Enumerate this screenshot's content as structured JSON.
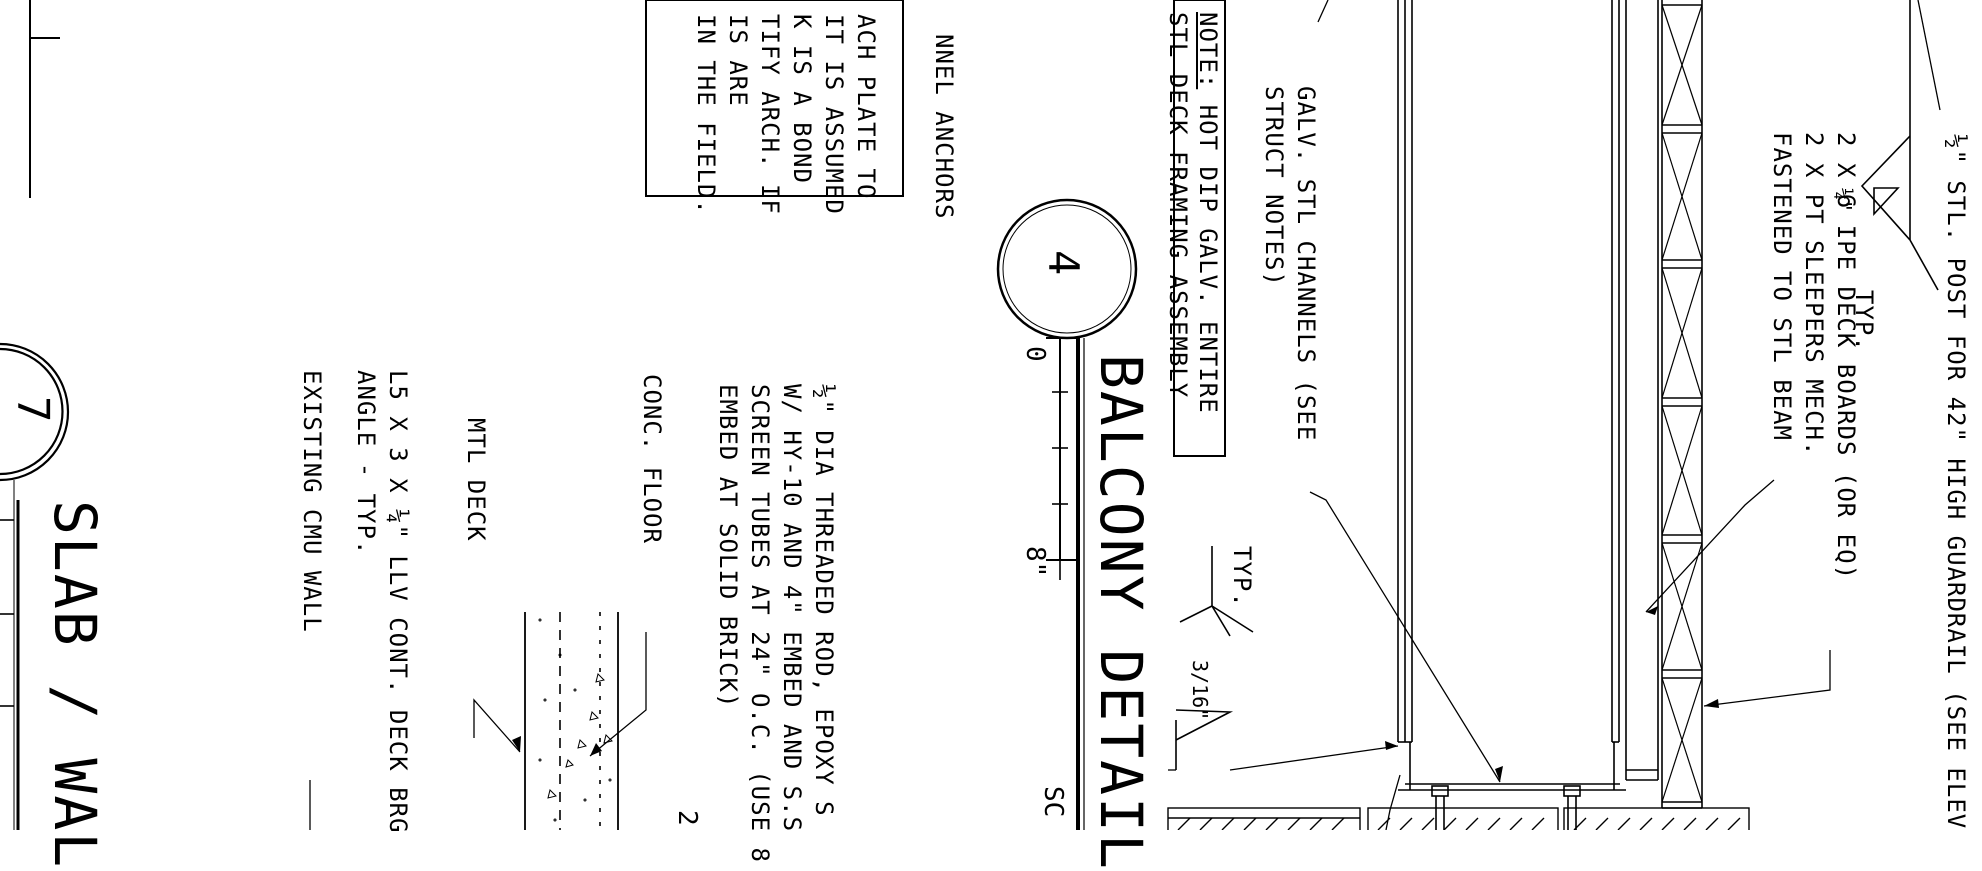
{
  "titles": {
    "balcony": "BALCONY DETAIL",
    "slab_wall": "SLAB / WAL",
    "scale_cut": "SC"
  },
  "callouts": {
    "balcony_number": "4",
    "slab_number": "7"
  },
  "dimensions": {
    "zero": "0",
    "eight": "8\""
  },
  "weld_symbols": {
    "top_size": "¼\"",
    "top_label": "TYP.",
    "mid_size": "3/16\"",
    "mid_label": "TYP."
  },
  "notes": {
    "post": "½\" STL. POST FOR 42\" HIGH GUARDRAIL (SEE ELEV",
    "deck_boards": "2 x 6 IPE DECK BOARDS (OR EQ)",
    "sleepers_1": "2 x PT SLEEPERS MECH.",
    "sleepers_2": "FASTENED TO STL BEAM",
    "channels_1": "GALV. STL CHANNELS (SEE",
    "channels_2": "STRUCT NOTES)",
    "hot_dip_label": "NOTE:",
    "hot_dip_1": " HOT DIP GALV. ENTIRE",
    "hot_dip_2": "STL DECK FRAMING ASSEMBLY",
    "rod_1": "½\" DIA THREADED ROD, EPOXY S",
    "rod_2": "W/ HY-10 AND 4\" EMBED AND S.S",
    "rod_3": "SCREEN TUBES AT 24\" O.C. (USE 8",
    "rod_4": "EMBED AT SOLID BRICK)",
    "conc_floor": "CONC. FLOOR",
    "mtl_deck": "MTL DECK",
    "angle_1": "L5 x 3 x ¼\" LLV CONT. DECK BRG",
    "angle_2": "ANGLE - TYP.",
    "cmu": "EXISTING CMU WALL",
    "channel_anchors": "NNEL ANCHORS",
    "box_1": "ACH PLATE TO",
    "box_2": "IT IS ASSUMED",
    "box_3": "K IS A BOND",
    "box_4": "TIFY ARCH. IF",
    "box_5": "IS ARE",
    "box_6": "IN THE FIELD.",
    "partial_2": "2"
  }
}
